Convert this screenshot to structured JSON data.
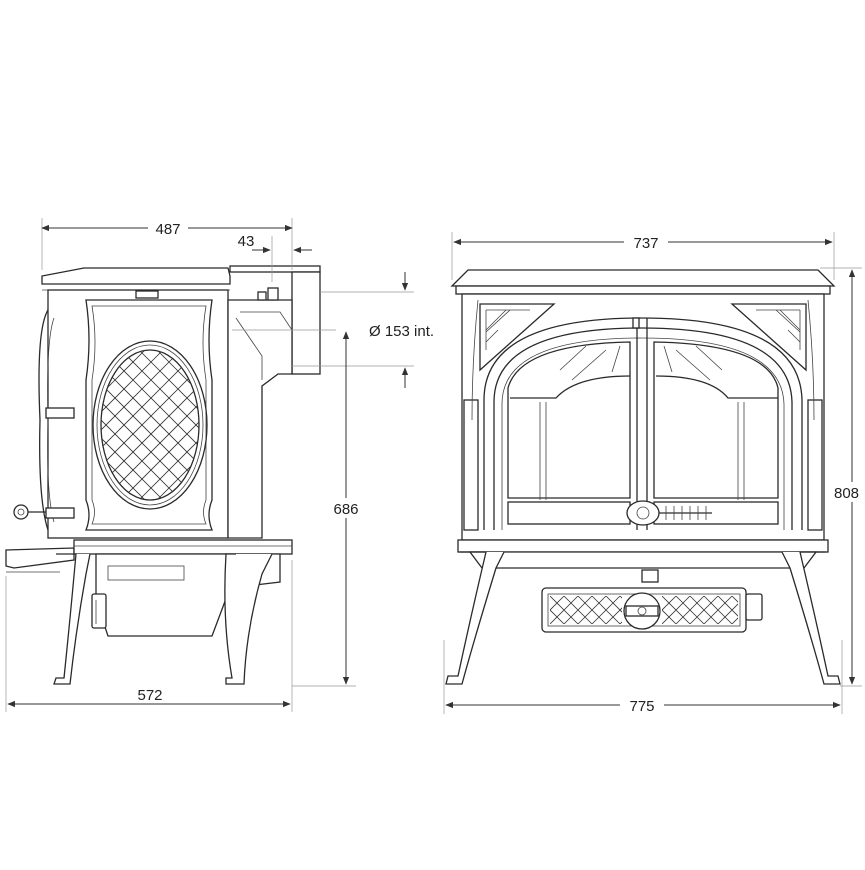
{
  "dimensions": {
    "side_depth": "487",
    "flue_offset": "43",
    "flue_diameter": "Ø 153 int.",
    "flue_height": "686",
    "side_total_depth": "572",
    "front_top_width": "737",
    "front_height": "808",
    "front_total_width": "775"
  },
  "colors": {
    "line": "#2a2a2a",
    "background": "#ffffff"
  }
}
